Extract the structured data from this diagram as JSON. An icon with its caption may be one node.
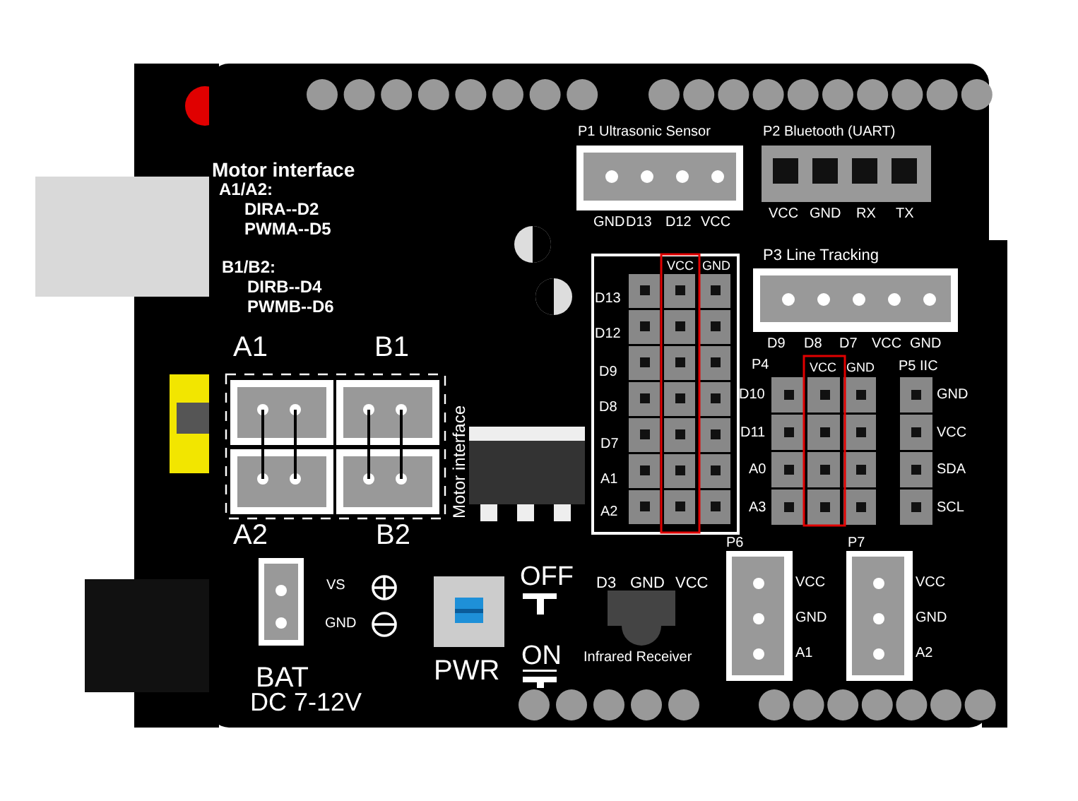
{
  "diagram": {
    "labels": [
      "Motor interface",
      "A1/A2:",
      "DIRA--D2",
      "PWMA--D5",
      "B1/B2:",
      "DIRB--D4",
      "PWMB--D6",
      "P1 Ultrasonic Sensor",
      "P2 Bluetooth (UART)",
      "GND",
      "D13",
      "D12",
      "VCC",
      "VCC",
      "GND",
      "RX",
      "TX",
      "VCC",
      "GND",
      "P3 Line Tracking",
      "D13",
      "A1",
      "B1",
      "D12",
      "D9",
      "D8",
      "D7",
      "VCC",
      "GND",
      "D9",
      "P4",
      "VCC",
      "GND",
      "P5 IIC",
      "D10",
      "GND",
      "D8",
      "D11",
      "VCC",
      "Motor interface",
      "D7",
      "A0",
      "SDA",
      "A1",
      "A2",
      "A3",
      "SCL",
      "A2",
      "B2",
      "P6",
      "P7",
      "VS",
      "OFF",
      "D3",
      "GND",
      "VCC",
      "VCC",
      "VCC",
      "GND",
      "GND",
      "GND",
      "BAT",
      "PWR",
      "ON",
      "Infrared Receiver",
      "A1",
      "A2",
      "DC 7-12V"
    ]
  }
}
